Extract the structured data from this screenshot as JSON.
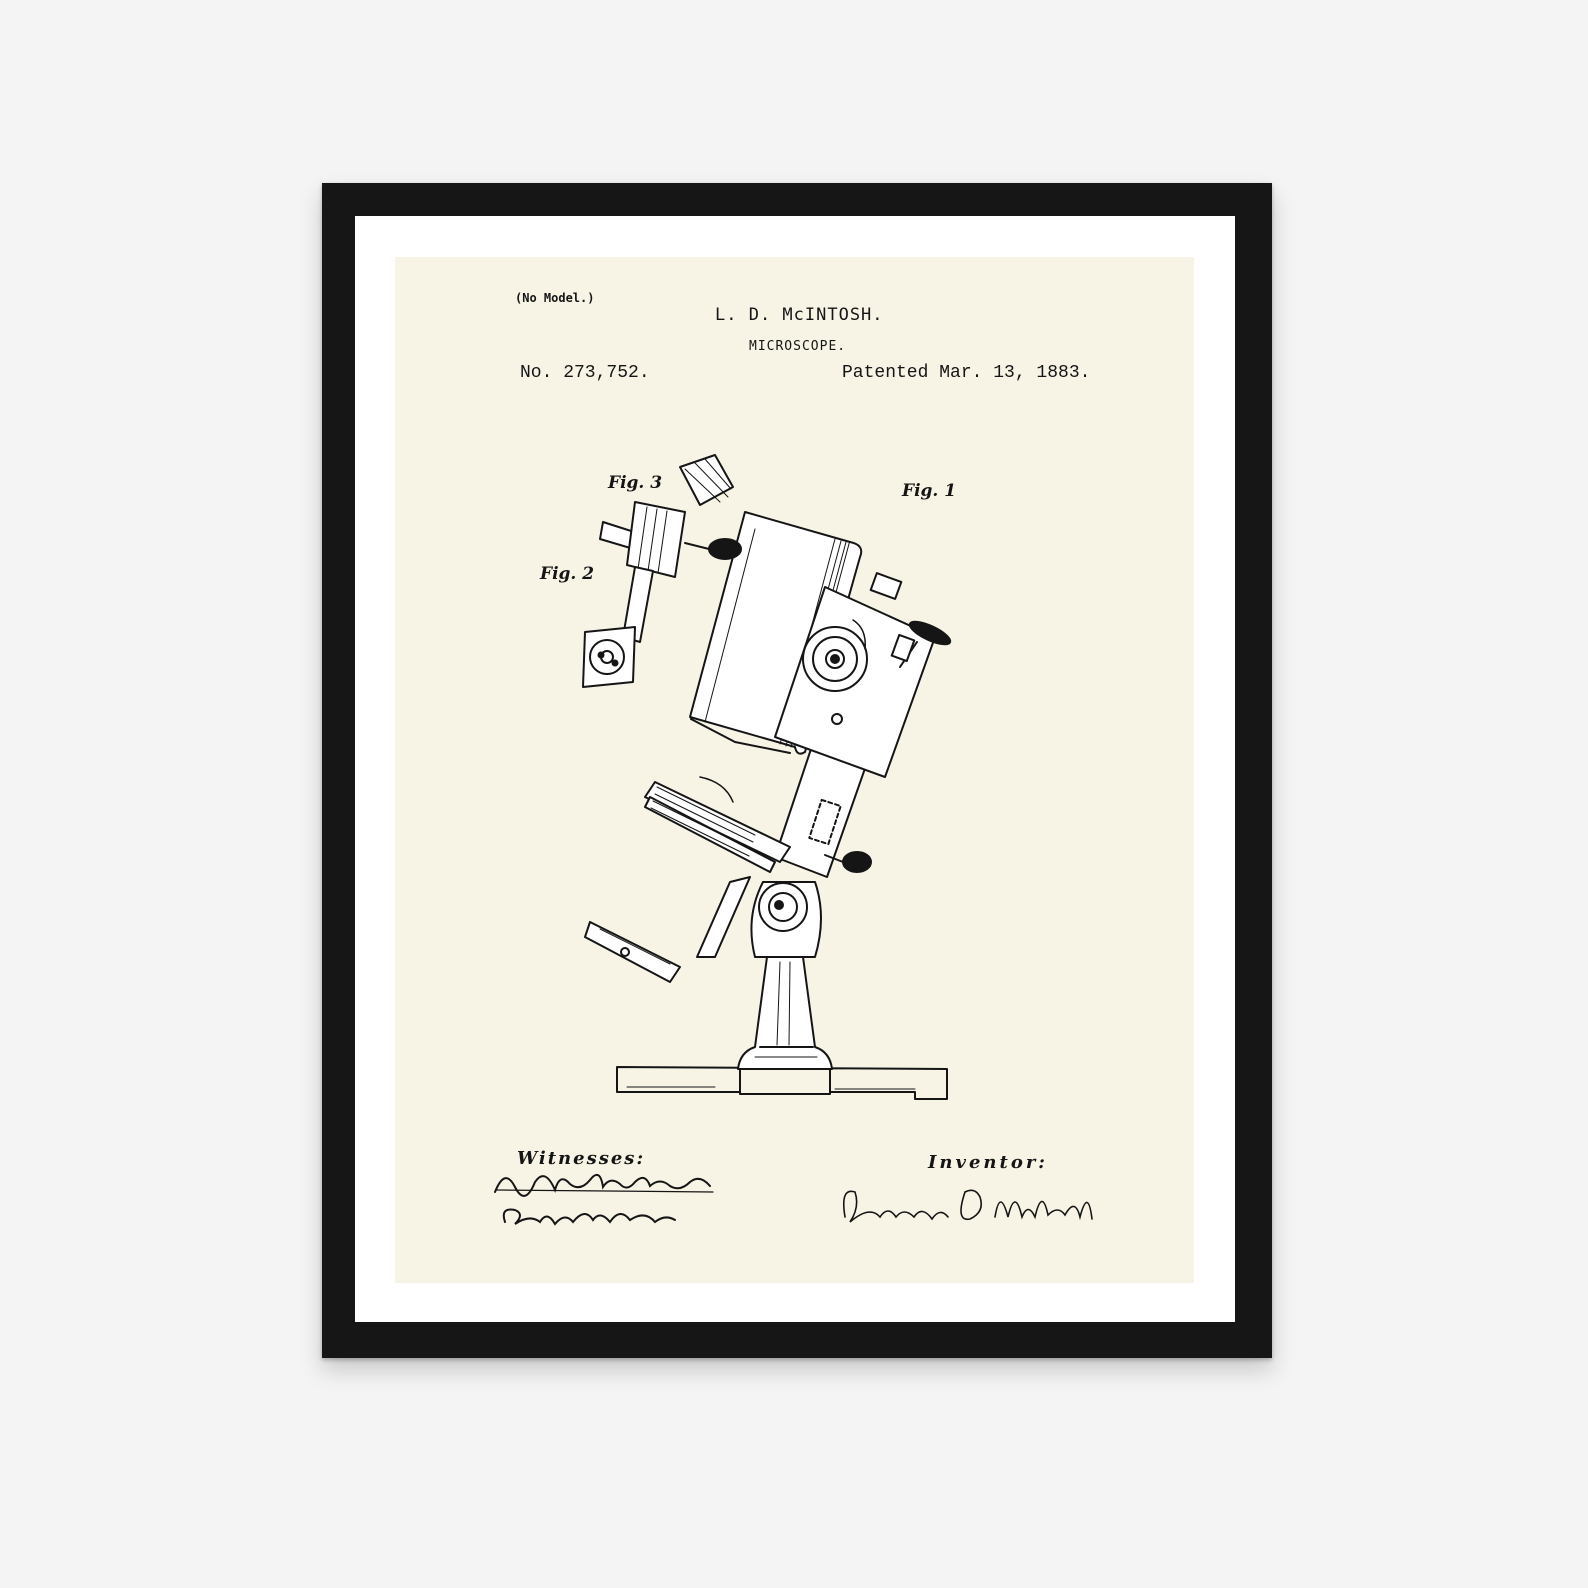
{
  "header": {
    "no_model": "(No Model.)",
    "inventor_name": "L. D. McINTOSH.",
    "title": "MICROSCOPE.",
    "patent_number": "No. 273,752.",
    "patent_date": "Patented Mar. 13, 1883."
  },
  "figures": {
    "fig1": "Fig. 1",
    "fig2": "Fig. 2",
    "fig3": "Fig. 3"
  },
  "footer": {
    "witnesses_label": "Witnesses:",
    "witness_1": "Albert H. Adams.",
    "witness_2": "Edgar T. Bond",
    "inventor_label": "Inventor:",
    "inventor_signature": "Lyman D. McIntosh"
  },
  "colors": {
    "frame": "#161616",
    "mat": "#ffffff",
    "paper": "#f7f4e6",
    "ink": "#151515"
  }
}
